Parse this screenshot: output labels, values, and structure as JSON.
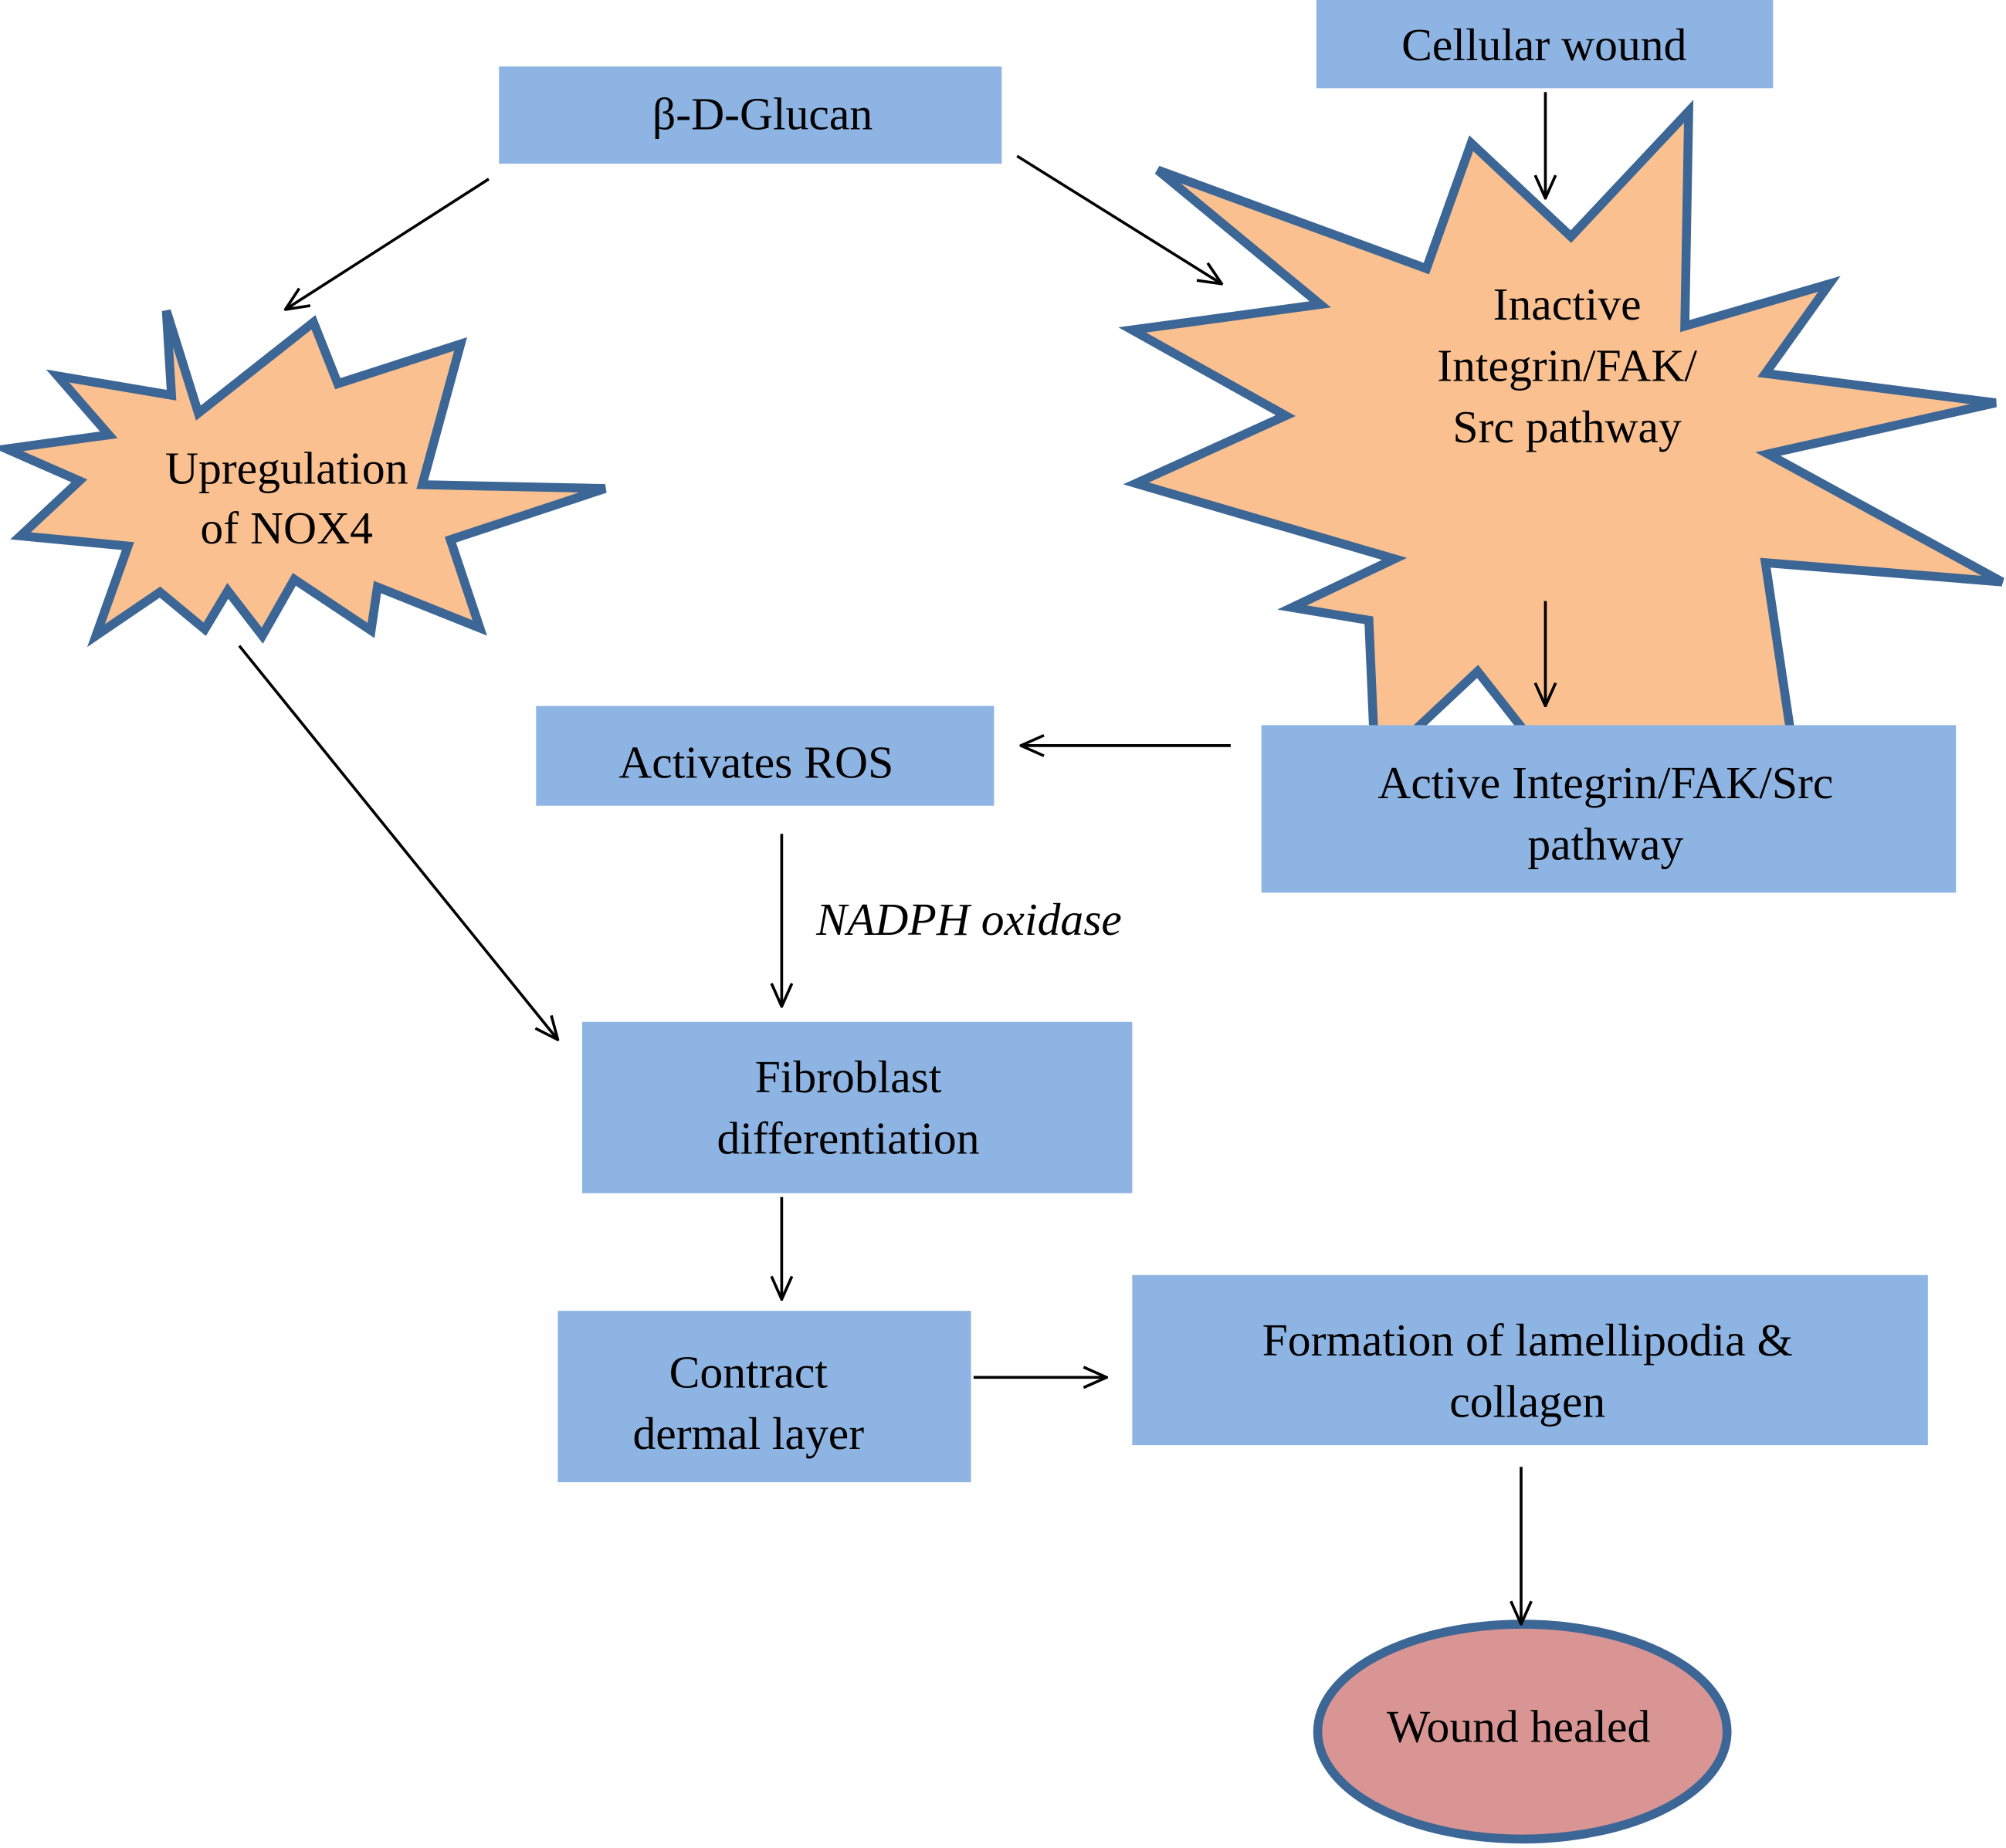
{
  "diagram": {
    "colors": {
      "box_fill": "#8eb4e3",
      "burst_fill": "#fac090",
      "burst_stroke": "#3c6695",
      "outcome_fill": "#d99594",
      "arrow": "#000000"
    },
    "nodes": {
      "glucan": {
        "label": "β-D-Glucan",
        "shape": "rectangle"
      },
      "cellular_wound": {
        "label": "Cellular wound",
        "shape": "rectangle"
      },
      "nox4": {
        "line1": "Upregulation",
        "line2": "of NOX4",
        "shape": "explosion"
      },
      "inactive_integrin": {
        "line1": "Inactive",
        "line2": "Integrin/FAK/",
        "line3": "Src pathway",
        "shape": "explosion"
      },
      "activates_ros": {
        "label": "Activates ROS",
        "shape": "rectangle"
      },
      "active_integrin": {
        "line1": "Active Integrin/FAK/Src",
        "line2": "pathway",
        "shape": "rectangle"
      },
      "fibroblast": {
        "line1": "Fibroblast",
        "line2": "differentiation",
        "shape": "rectangle"
      },
      "contract": {
        "line1": "Contract",
        "line2": "dermal layer",
        "shape": "rectangle"
      },
      "lamellipodia": {
        "line1": "Formation of lamellipodia &",
        "line2": "collagen",
        "shape": "rectangle"
      },
      "wound_healed": {
        "label": "Wound healed",
        "shape": "ellipse"
      }
    },
    "edge_labels": {
      "nadph": "NADPH oxidase"
    },
    "edges": [
      {
        "from": "β-D-Glucan",
        "to": "Upregulation of NOX4"
      },
      {
        "from": "β-D-Glucan",
        "to": "Inactive Integrin/FAK/Src pathway"
      },
      {
        "from": "Cellular wound",
        "to": "Inactive Integrin/FAK/Src pathway"
      },
      {
        "from": "Inactive Integrin/FAK/Src pathway",
        "to": "Active Integrin/FAK/Src pathway"
      },
      {
        "from": "Active Integrin/FAK/Src pathway",
        "to": "Activates ROS"
      },
      {
        "from": "Activates ROS",
        "to": "Fibroblast differentiation",
        "label": "NADPH oxidase"
      },
      {
        "from": "Upregulation of NOX4",
        "to": "Fibroblast differentiation"
      },
      {
        "from": "Fibroblast differentiation",
        "to": "Contract dermal layer"
      },
      {
        "from": "Contract dermal layer",
        "to": "Formation of lamellipodia & collagen"
      },
      {
        "from": "Formation of lamellipodia & collagen",
        "to": "Wound healed"
      }
    ]
  }
}
